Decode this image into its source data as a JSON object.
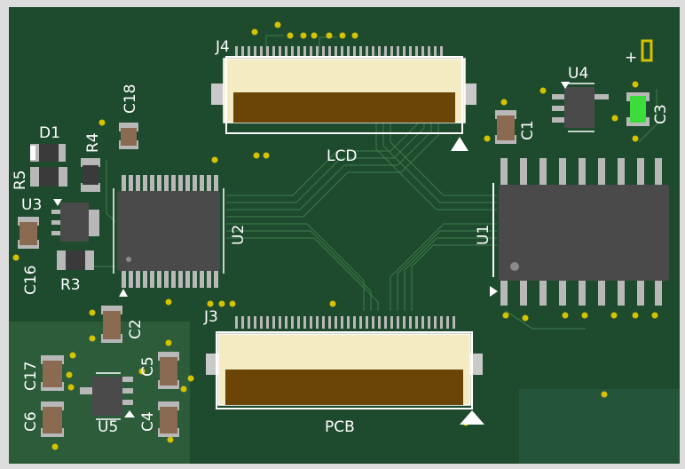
{
  "board": {
    "colors": {
      "background": "#dcdcdc",
      "pcb": "#1e4a2e",
      "pcb_pour": "#2c5c3a",
      "trace": "#3d7a4a",
      "silkscreen": "#ffffff",
      "pad": "#b8b8b8",
      "via": "#d4c200",
      "ic_body": "#4a4a4a",
      "connector_body": "#f3ecc2",
      "connector_slot": "#6b4506",
      "led_body": "#3ddc3d"
    },
    "designators": {
      "j4": "J4",
      "j3": "J3",
      "lcd": "LCD",
      "pcb": "PCB",
      "u1": "U1",
      "u2": "U2",
      "u3": "U3",
      "u4": "U4",
      "u5": "U5",
      "c1": "C1",
      "c2": "C2",
      "c3": "C3",
      "c4": "C4",
      "c5": "C5",
      "c6": "C6",
      "c16": "C16",
      "c17": "C17",
      "c18": "C18",
      "d1": "D1",
      "r3": "R3",
      "r4": "R4",
      "r5": "R5",
      "plus": "+"
    }
  }
}
